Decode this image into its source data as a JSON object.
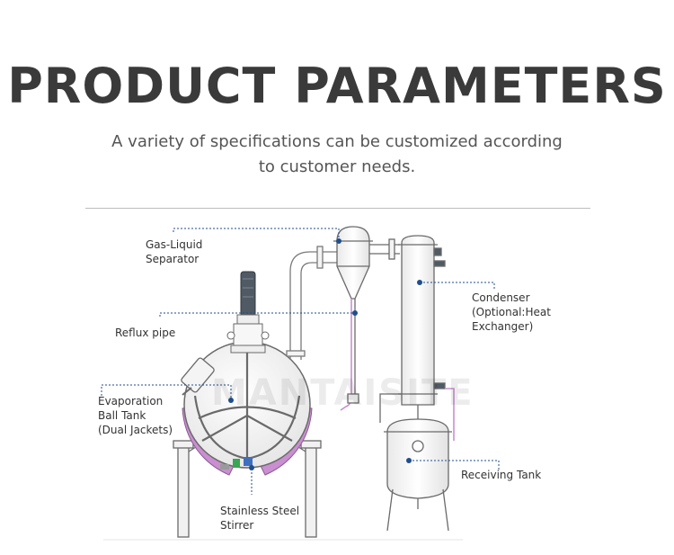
{
  "header": {
    "title": "PRODUCT PARAMETERS",
    "subtitle_line1": "A variety of specifications can be customized according",
    "subtitle_line2": "to customer needs."
  },
  "diagram": {
    "watermark": "MANTAISITE",
    "labels": {
      "gas_liquid_separator": "Gas-Liquid\nSeparator",
      "reflux_pipe": "Reflux pipe",
      "evaporation_ball_tank": "Evaporation\nBall Tank\n(Dual Jackets)",
      "stainless_steel_stirrer": "Stainless Steel\nStirrer",
      "condenser": "Condenser\n(Optional:Heat\nExchanger)",
      "receiving_tank": "Receiving Tank"
    },
    "colors": {
      "leader_line": "#1f4e8c",
      "jacket": "#c98fd0",
      "outline": "#6a6a6a",
      "motor": "#4f5a64",
      "valve_green": "#3aa655",
      "valve_blue": "#3e6fbf"
    }
  }
}
